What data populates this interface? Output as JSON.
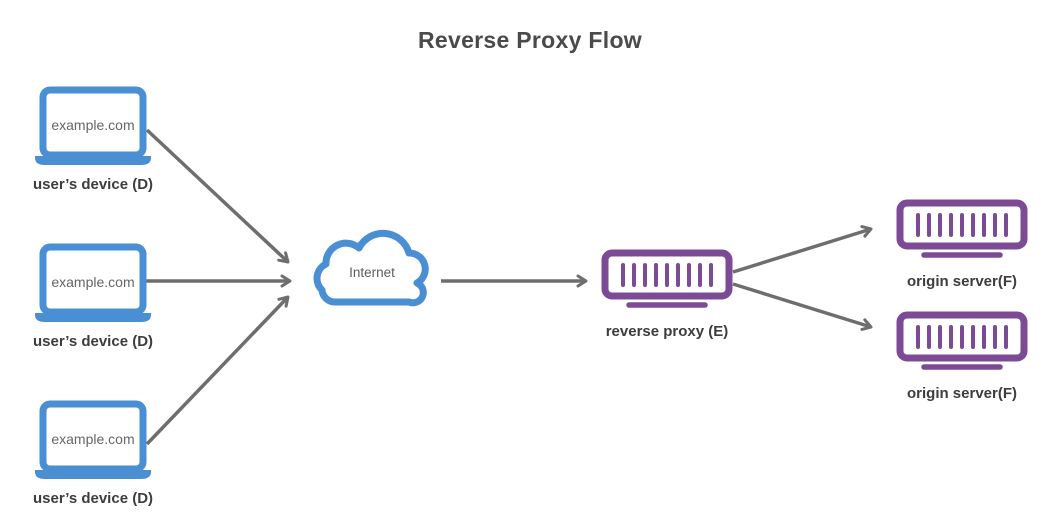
{
  "diagram": {
    "title": "Reverse Proxy Flow",
    "colors": {
      "device_blue": "#4a8fd3",
      "server_purple": "#7d4b96",
      "arrow_gray": "#6e6e6e",
      "title_text": "#4a4a4a",
      "caption_text": "#3d3d3d",
      "inner_text": "#666666"
    },
    "devices": [
      {
        "label": "example.com",
        "caption": "user’s device (D)"
      },
      {
        "label": "example.com",
        "caption": "user’s device (D)"
      },
      {
        "label": "example.com",
        "caption": "user’s device (D)"
      }
    ],
    "internet": {
      "label": "Internet"
    },
    "proxy": {
      "caption": "reverse proxy (E)"
    },
    "origins": [
      {
        "caption": "origin server(F)"
      },
      {
        "caption": "origin server(F)"
      }
    ]
  }
}
